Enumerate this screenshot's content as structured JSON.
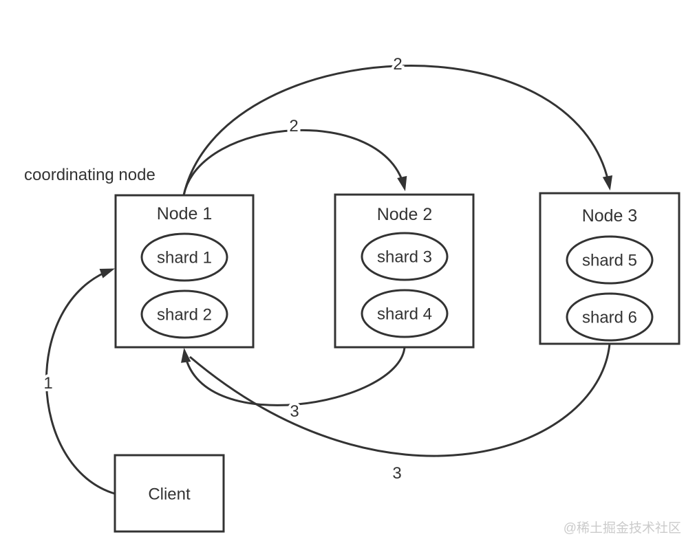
{
  "diagram": {
    "annotation": "coordinating node",
    "client": {
      "label": "Client"
    },
    "nodes": [
      {
        "label": "Node 1",
        "shards": [
          "shard 1",
          "shard 2"
        ]
      },
      {
        "label": "Node 2",
        "shards": [
          "shard 3",
          "shard 4"
        ]
      },
      {
        "label": "Node 3",
        "shards": [
          "shard 5",
          "shard 6"
        ]
      }
    ],
    "edges": [
      {
        "from": "Client",
        "to": "Node 1",
        "label": "1"
      },
      {
        "from": "Node 1",
        "to": "Node 2",
        "label": "2"
      },
      {
        "from": "Node 1",
        "to": "Node 3",
        "label": "2"
      },
      {
        "from": "Node 2",
        "to": "Node 1",
        "label": "3"
      },
      {
        "from": "Node 3",
        "to": "Node 1",
        "label": "3"
      }
    ],
    "watermark": "@稀土掘金技术社区",
    "colors": {
      "stroke": "#333333",
      "text": "#333333",
      "watermark": "#cbcbcb",
      "background": "#ffffff"
    }
  }
}
